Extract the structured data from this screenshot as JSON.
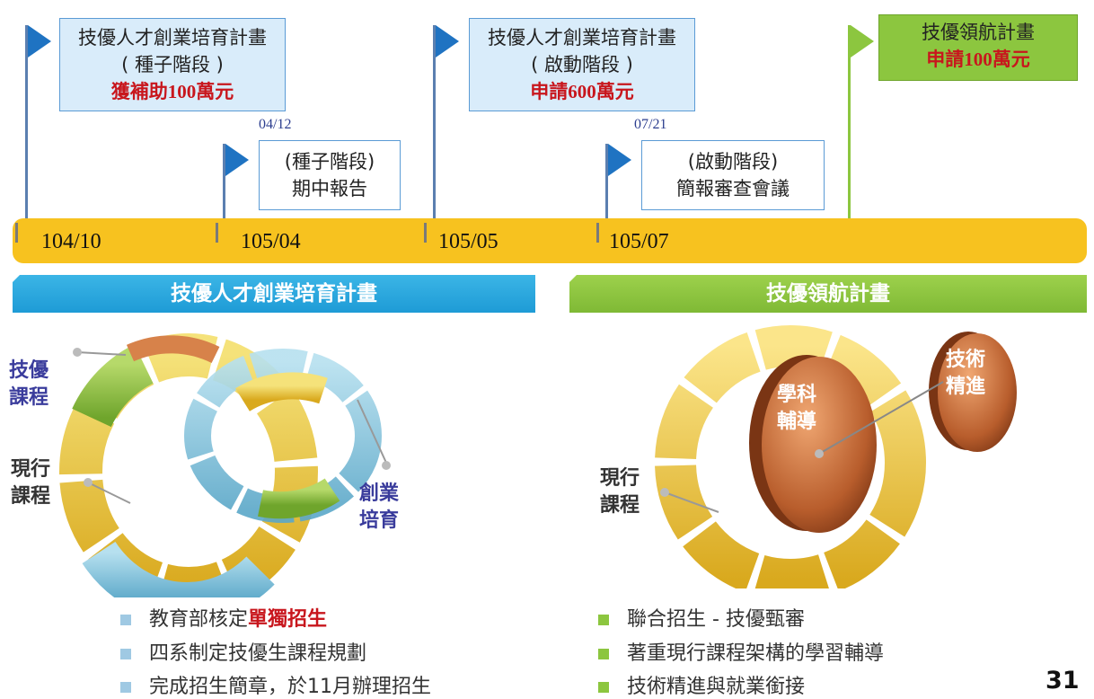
{
  "milestones": {
    "m1": {
      "line1": "技優人才創業培育計畫",
      "line2": "( 種子階段 )",
      "highlight": "獲補助100萬元"
    },
    "m2": {
      "date": "04/12",
      "line1": "(種子階段)",
      "line2": "期中報告"
    },
    "m3": {
      "line1": "技優人才創業培育計畫",
      "line2": "( 啟動階段 )",
      "highlight": "申請600萬元"
    },
    "m4": {
      "date": "07/21",
      "line1": "(啟動階段)",
      "line2": "簡報審查會議"
    },
    "m5": {
      "line1": "技優領航計畫",
      "highlight": "申請100萬元"
    }
  },
  "timeline": [
    "104/10",
    "105/04",
    "105/05",
    "105/07"
  ],
  "banners": {
    "left": "技優人才創業培育計畫",
    "right": "技優領航計畫"
  },
  "left_diagram": {
    "label_a": [
      "技優",
      "課程"
    ],
    "label_b": [
      "現行",
      "課程"
    ],
    "label_c": [
      "創業",
      "培育"
    ]
  },
  "right_diagram": {
    "center": [
      "學科",
      "輔導"
    ],
    "coin": [
      "技術",
      "精進"
    ],
    "side": [
      "現行",
      "課程"
    ]
  },
  "left_bullets": {
    "b1_pre": "教育部核定",
    "b1_hl": "單獨招生",
    "b2": "四系制定技優生課程規劃",
    "b3": "完成招生簡章，於11月辦理招生"
  },
  "right_bullets": [
    "聯合招生 - 技優甄審",
    "著重現行課程架構的學習輔導",
    "技術精進與就業銜接"
  ],
  "page_number": "31",
  "colors": {
    "flag_blue": "#1f73c2",
    "flag_green": "#8cc63f",
    "timeline": "#f7c21f",
    "banner_blue": "#29a7df",
    "banner_green": "#8cc63f",
    "highlight_red": "#c8161d",
    "label_blue": "#3a3c9c"
  }
}
